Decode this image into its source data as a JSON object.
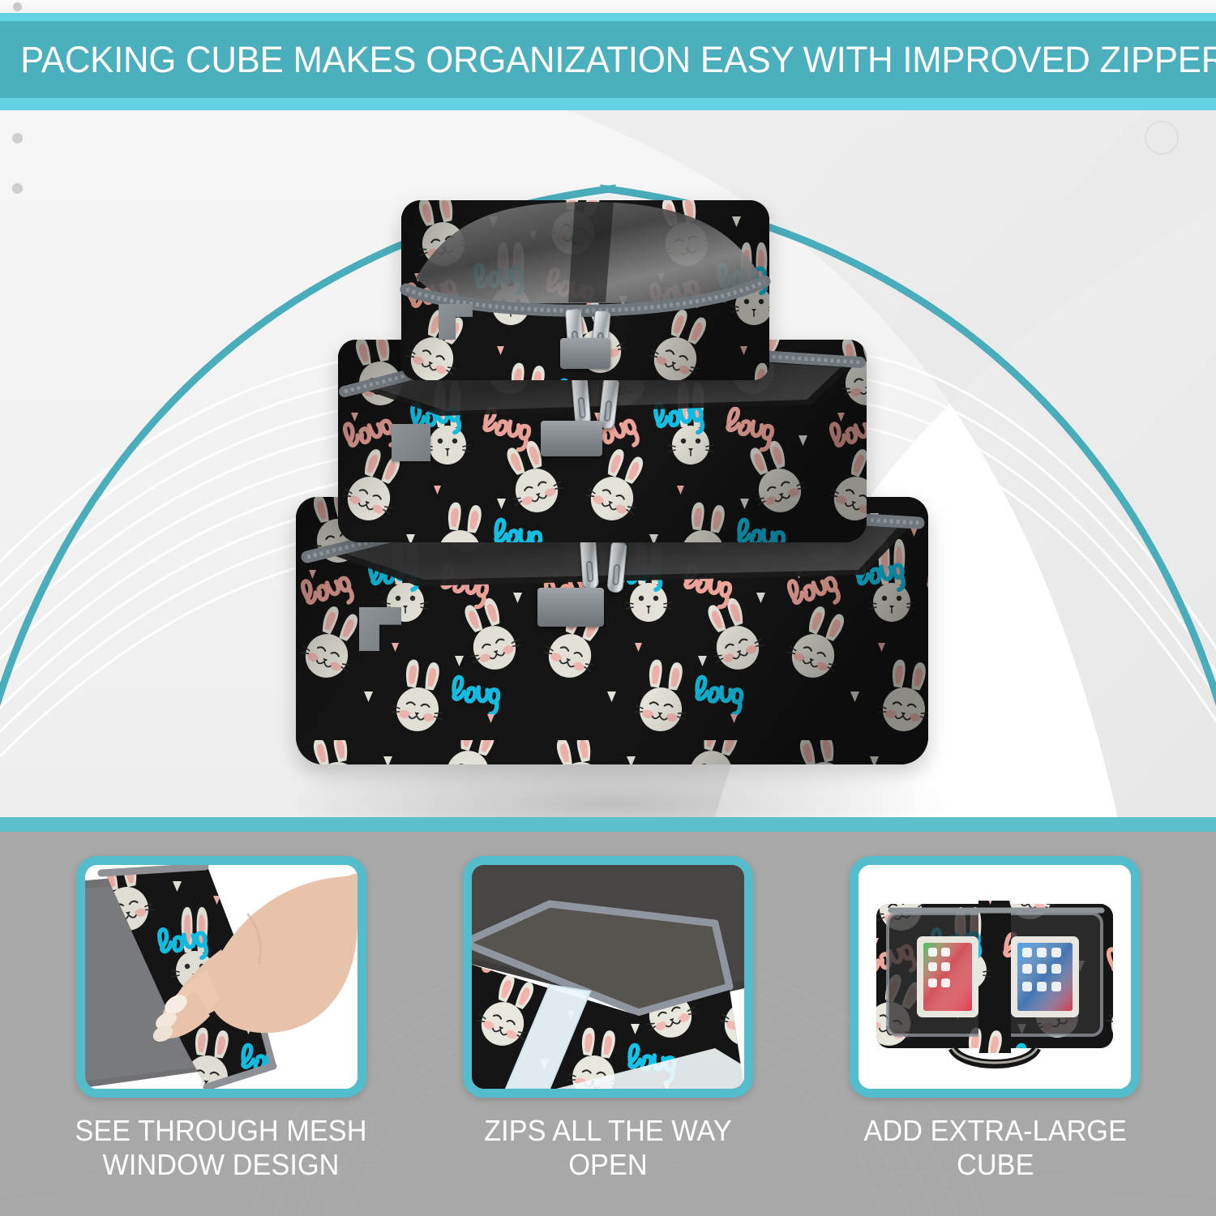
{
  "header": {
    "title": "PACKING CUBE MAKES ORGANIZATION EASY WITH IMPROVED ZIPPERS",
    "banner_color": "#4bb0be",
    "accent_color": "#63d2e2"
  },
  "hero": {
    "background_color": "#ffffff",
    "arc_color": "#4aadbb",
    "product_name": "packing-cube-set",
    "cubes": [
      {
        "id": "small-cube",
        "size_label": "small",
        "position": "top"
      },
      {
        "id": "medium-cube",
        "size_label": "medium",
        "position": "middle"
      },
      {
        "id": "large-cube",
        "size_label": "large",
        "position": "bottom"
      }
    ],
    "fabric": {
      "base_color": "#151515",
      "bunny_color": "#e9e6dd",
      "ear_color": "#f2b3ab",
      "script_cyan": "#13c3e8",
      "script_pink": "#f2a79d",
      "heart_white": "#e9e6dd",
      "heart_pink": "#f2b3ab",
      "motif": "bunny-faces-and-baby-script"
    },
    "hardware": {
      "zipper_color": "#6f767c",
      "puller_color": "#c8cbce",
      "tab_color": "#83888c"
    }
  },
  "divider": {
    "color": "#5cbfcd"
  },
  "features": {
    "background_color": "#a8a8a8",
    "thumb_border_color": "#53bdcb",
    "items": [
      {
        "id": "feature-mesh-window",
        "caption": "SEE THROUGH MESH\nWINDOW DESIGN",
        "thumb_alt": "hand-opening-mesh-panel"
      },
      {
        "id": "feature-full-zip",
        "caption": "ZIPS ALL THE WAY OPEN",
        "thumb_alt": "cube-unzipped-fully-open"
      },
      {
        "id": "feature-extra-large",
        "caption": "ADD EXTRA-LARGE\nCUBE",
        "thumb_alt": "extra-large-cube-holding-two-tablets"
      }
    ]
  }
}
